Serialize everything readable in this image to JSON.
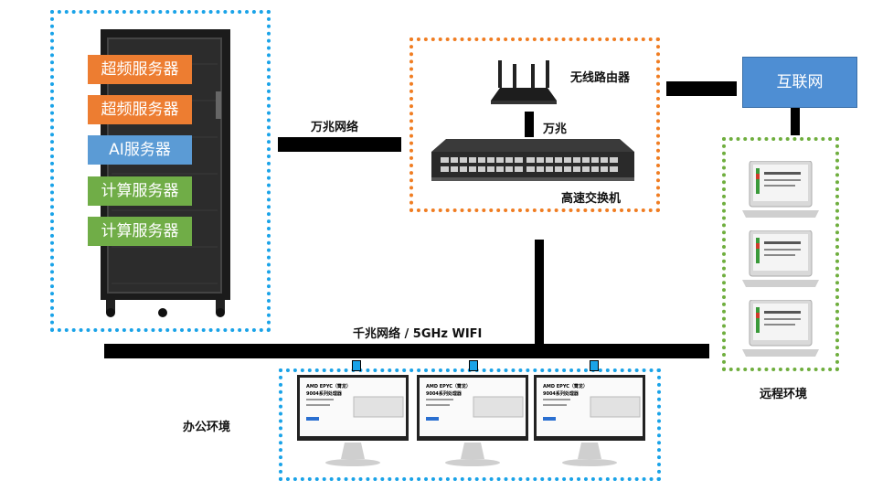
{
  "servers": [
    {
      "label": "超频服务器",
      "color": "#ed7d31"
    },
    {
      "label": "超频服务器",
      "color": "#ed7d31"
    },
    {
      "label": "AI服务器",
      "color": "#5b9bd5"
    },
    {
      "label": "计算服务器",
      "color": "#70ad47"
    },
    {
      "label": "计算服务器",
      "color": "#70ad47"
    }
  ],
  "labels": {
    "ten_gig_network": "万兆网络",
    "wireless_router": "无线路由器",
    "ten_gig": "万兆",
    "high_speed_switch": "高速交换机",
    "internet": "互联网",
    "gig_network": "千兆网络 / 5GHz WIFI",
    "office_env": "办公环境",
    "remote_env": "远程环境"
  },
  "monitor_screen": {
    "title": "AMD EPYC（霄龙）",
    "subtitle": "9004系列处理器"
  },
  "colors": {
    "blue_border": "#1aa3e8",
    "orange_border": "#f07d22",
    "green_border": "#6fae3e",
    "internet_fill": "#4e8ed3"
  },
  "icons": [
    "server-rack-icon",
    "wifi-router-icon",
    "network-switch-icon",
    "laptop-icon",
    "monitor-icon"
  ]
}
